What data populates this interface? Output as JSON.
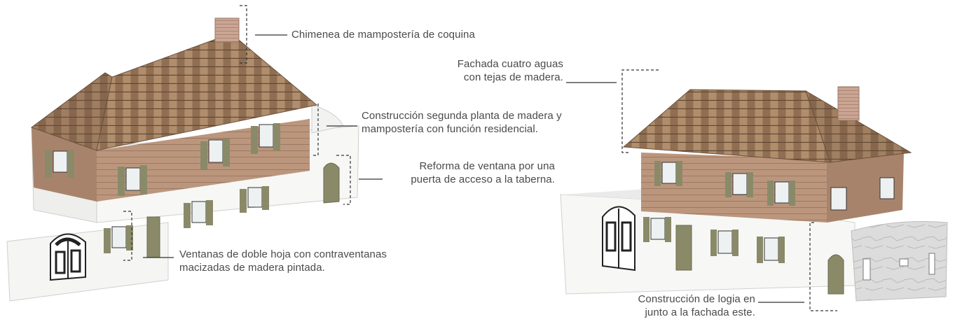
{
  "annotations": {
    "chimney": {
      "line1": "Chimenea de mampostería de coquina"
    },
    "second_floor": {
      "line1": "Construcción segunda planta de madera y",
      "line2": "mampostería con función residencial."
    },
    "window_reform": {
      "line1": "Reforma de ventana por una",
      "line2": "puerta de acceso a la taberna."
    },
    "double_windows": {
      "line1": "Ventanas de doble hoja con contraventanas",
      "line2": "macizadas de madera pintada."
    },
    "hip_roof": {
      "line1": "Fachada cuatro aguas",
      "line2": "con tejas de madera."
    },
    "loggia": {
      "line1": "Construcción de logia en",
      "line2": "junto a la fachada este."
    }
  },
  "colors": {
    "roof": "#9c7a5c",
    "roof_dark": "#7d5f45",
    "wood_wall": "#b8927a",
    "white_wall": "#f6f6f4",
    "shutter": "#8f8f6e",
    "chimney": "#c9a493",
    "stone": "#d9d9d9",
    "leader": "#333333"
  }
}
